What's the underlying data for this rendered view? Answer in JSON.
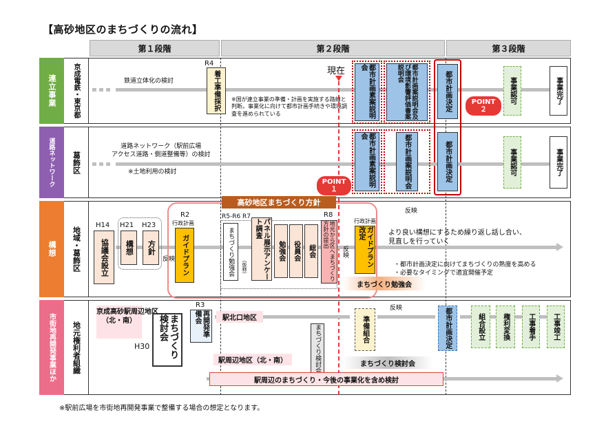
{
  "title": "【高砂地区のまちづくりの流れ】",
  "stages": [
    "第１段階",
    "第２段階",
    "第３段階"
  ],
  "lanes": {
    "rail": {
      "category": "連立事業",
      "org": "京成電鉄・東京都",
      "r4": "R4",
      "start": "着工準備採択",
      "study": "鉄道立体化の検討",
      "note": "※国が連立事業の準備・計画を実施する路線と判断。事業化に向けて都市計画手続きや環境調査を進められている",
      "now": "現在",
      "b1": "都市計画素案説明会",
      "b2": "都市計画案説明会及び環境影響評価書案説明会",
      "b3": "都市計画決定",
      "b4": "事業認可",
      "b5": "事業完了",
      "point2": "POINT\n２"
    },
    "road": {
      "category": "道路ネットワーク",
      "org": "葛飾区",
      "study": "道路ネットワーク（駅前広場\nアクセス道路・側道整備等）の検討",
      "note": "※土地利用の検討",
      "b1": "都市計画素案説明会",
      "b2": "都市計画案説明会",
      "b3": "都市計画決定",
      "b4": "事業認可",
      "b5": "事業完了"
    },
    "concept": {
      "category": "構想",
      "org": "地域・葛飾区",
      "h14": "H14",
      "kyogikai": "協議会設立",
      "h21": "H21",
      "koso": "構想",
      "h23": "H23",
      "hoshin": "方針",
      "hanei1": "反映",
      "r2": "R2",
      "gyosei1": "行政計画",
      "guide1": "ガイドプラン",
      "banner": "高砂地区まちづくり方針",
      "r5r6": "R5-R6",
      "r7": "R7",
      "benkyo1": "まちづくり勉強会",
      "benkyo1_sub": "（仮称）",
      "panel": "パネル展示アンケート調査",
      "benkyokai": "勉強会",
      "yakuinkai": "役員会",
      "sokai": "総会",
      "r8": "R8",
      "teishutsu": "地元から区へまちづくり方針の提出",
      "hanei2": "反映",
      "gyosei2": "行政計画",
      "guide2": "ガイドプラン改定",
      "hanei3": "反映",
      "point1": "POINT\n１",
      "note1": "より良い構想にするため繰り返し話し合い、\n見直しを行っていく",
      "note2": "・都市計画決定に向けてまちづくりの熟度を高める\n・必要なタイミングで適宜開催予定",
      "benkyo2": "まちづくり勉強会"
    },
    "redev": {
      "category": "市街地再開発事業ほか",
      "org": "地元権利者組織",
      "area1": "京成高砂駅周辺地区\n（北・南）",
      "h30": "H30",
      "kentokai": "まちづくり検討会",
      "r3": "R3",
      "junbikai": "再開発準備会",
      "kitaguchi": "駅北口地区",
      "kentokai2": "まちづくり検討会",
      "junbikumiai": "準備組合",
      "hanei": "反映",
      "kettei": "都市計画決定",
      "kumiai": "組合設立",
      "kenri": "権利変換",
      "chakushu": "工事着手",
      "shunko": "工事竣工",
      "shuhen": "駅周辺地区（北・南）",
      "shuhen_plan": "駅周辺のまちづくり・今後の事業化を含め検討",
      "kentokai3": "まちづくり検討会"
    }
  },
  "footnote": "※駅前広場を市街地再開発事業で整備する場合の想定となります。",
  "colors": {
    "rail": "#70ad47",
    "road": "#8e5fb0",
    "concept": "#ed7d31",
    "redev": "#ec6d8a",
    "blue": "#9dc3e6",
    "orange": "#ffc000",
    "red": "#e53935"
  }
}
